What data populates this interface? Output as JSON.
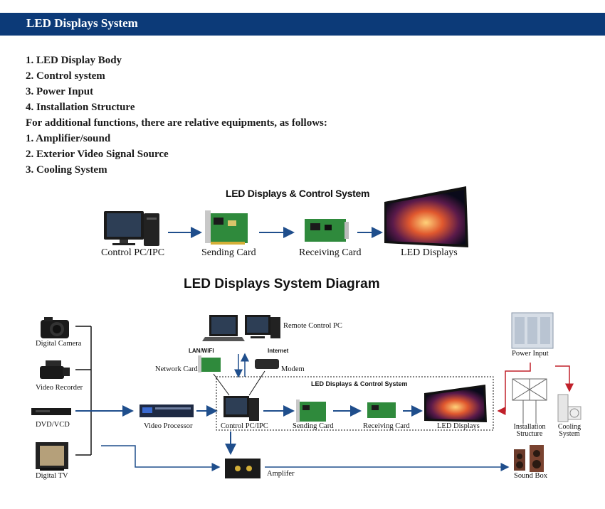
{
  "header": {
    "title": "LED Displays System"
  },
  "intro": [
    "1. LED Display Body",
    "2. Control system",
    "3. Power Input",
    "4. Installation Structure",
    "For additional functions, there are relative equipments, as follows:",
    "1. Amplifier/sound",
    "2. Exterior Video Signal Source",
    "3. Cooling System"
  ],
  "top_diagram": {
    "title": "LED Displays & Control System",
    "nodes": [
      "Control PC/IPC",
      "Sending Card",
      "Receiving Card",
      "LED Displays"
    ]
  },
  "system_diagram": {
    "title": "LED Displays System Diagram",
    "sources": [
      "Digital Camera",
      "Video Recorder",
      "DVD/VCD",
      "Digital TV"
    ],
    "video_processor": "Video Processor",
    "remote_pc": "Remote Control PC",
    "lan_label": "LAN/WIFI",
    "internet_label": "Internet",
    "network_card": "Network Card",
    "modem": "Modem",
    "box_title": "LED Displays & Control System",
    "control_pc": "Control PC/IPC",
    "sending_card": "Sending Card",
    "receiving_card": "Receiving Card",
    "led_displays": "LED Displays",
    "power_input": "Power Input",
    "installation_structure": "Installation Structure",
    "cooling_system": "Cooling System",
    "amplifier": "Amplifer",
    "sound_box": "Sound Box"
  },
  "colors": {
    "header": "#0c3a78",
    "arrow": "#1f4e8c",
    "red_arrow": "#c0202a",
    "card": "#2f8a3c"
  }
}
